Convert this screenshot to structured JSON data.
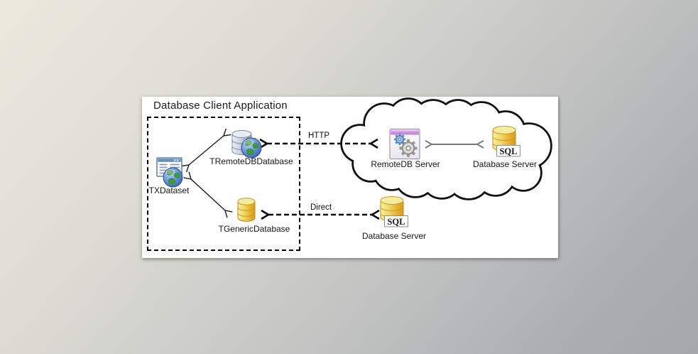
{
  "panel": {
    "title": "Database Client Application"
  },
  "client_box": {
    "nodes": [
      {
        "id": "txdataset",
        "label": "TXDataset"
      },
      {
        "id": "tremotedbdatabase",
        "label": "TRemoteDBDatabase"
      },
      {
        "id": "tgenericdatabase",
        "label": "TGenericDatabase"
      }
    ]
  },
  "connections": [
    {
      "id": "http",
      "label": "HTTP",
      "style": "dashed",
      "from": "TRemoteDBDatabase",
      "to": "RemoteDB Server"
    },
    {
      "id": "direct",
      "label": "Direct",
      "style": "dashed",
      "from": "TGenericDatabase",
      "to": "Database Server"
    },
    {
      "id": "cloud-internal",
      "label": "",
      "style": "solid-gray",
      "from": "RemoteDB Server",
      "to": "Database Server"
    }
  ],
  "cloud": {
    "nodes": [
      {
        "id": "remotedb-server",
        "label": "RemoteDB Server"
      },
      {
        "id": "cloud-db-server",
        "label": "Database Server",
        "badge": "SQL"
      }
    ]
  },
  "direct_server": {
    "label": "Database Server",
    "badge": "SQL"
  },
  "colors": {
    "panel_bg": "#ffffff",
    "outline_black": "#111111",
    "db_gold": "#e8b32e",
    "db_silver": "#b9c4d6",
    "window_purple": "#c78fdf",
    "gear_blue": "#5c8ccb",
    "globe_blue": "#3a6cc0",
    "globe_green": "#3f9b36",
    "arrow_gray": "#7a7a7a"
  }
}
